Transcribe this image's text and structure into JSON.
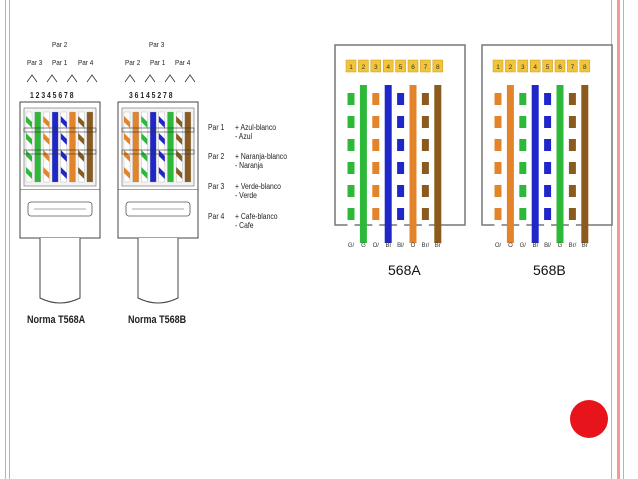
{
  "colors": {
    "border": "#f29a9a",
    "dot": "#e8141c",
    "blue": "#1f27c8",
    "orange": "#e3842a",
    "green": "#2db83a",
    "brown": "#8a5a1e",
    "pin_label_bg": "#f2c43a"
  },
  "left_plugs": {
    "pair_labels_a": [
      "Par 2",
      "Par 3",
      "Par 1",
      "Par 4"
    ],
    "pins_a": "1 2 3 4 5 6 7 8",
    "pair_labels_b": [
      "Par 3",
      "Par 2",
      "Par 1",
      "Par 4"
    ],
    "pins_b": "3 6 1 4 5 2 7 8",
    "name_a": "Norma T568A",
    "name_b": "Norma T568B",
    "legend": [
      {
        "pair": "Par 1",
        "plus": "+ Azul-blanco",
        "minus": "- Azul"
      },
      {
        "pair": "Par 2",
        "plus": "+ Naranja-blanco",
        "minus": "- Naranja"
      },
      {
        "pair": "Par 3",
        "plus": "+ Verde-blanco",
        "minus": "- Verde"
      },
      {
        "pair": "Par 4",
        "plus": "+ Cafe-blanco",
        "minus": "- Cafe"
      }
    ]
  },
  "right_diagrams": {
    "pin_numbers": [
      "1",
      "2",
      "3",
      "4",
      "5",
      "6",
      "7",
      "8"
    ],
    "a": {
      "title": "568A",
      "wires": [
        {
          "color": "green",
          "striped": true,
          "label": "G/"
        },
        {
          "color": "green",
          "striped": false,
          "label": "G"
        },
        {
          "color": "orange",
          "striped": true,
          "label": "O/"
        },
        {
          "color": "blue",
          "striped": false,
          "label": "Bl"
        },
        {
          "color": "blue",
          "striped": true,
          "label": "Bl/"
        },
        {
          "color": "orange",
          "striped": false,
          "label": "O"
        },
        {
          "color": "brown",
          "striped": true,
          "label": "Br/"
        },
        {
          "color": "brown",
          "striped": false,
          "label": "Br"
        }
      ]
    },
    "b": {
      "title": "568B",
      "wires": [
        {
          "color": "orange",
          "striped": true,
          "label": "O/"
        },
        {
          "color": "orange",
          "striped": false,
          "label": "O"
        },
        {
          "color": "green",
          "striped": true,
          "label": "G/"
        },
        {
          "color": "blue",
          "striped": false,
          "label": "Bl"
        },
        {
          "color": "blue",
          "striped": true,
          "label": "Bl/"
        },
        {
          "color": "green",
          "striped": false,
          "label": "G"
        },
        {
          "color": "brown",
          "striped": true,
          "label": "Br/"
        },
        {
          "color": "brown",
          "striped": false,
          "label": "Br"
        }
      ]
    }
  }
}
